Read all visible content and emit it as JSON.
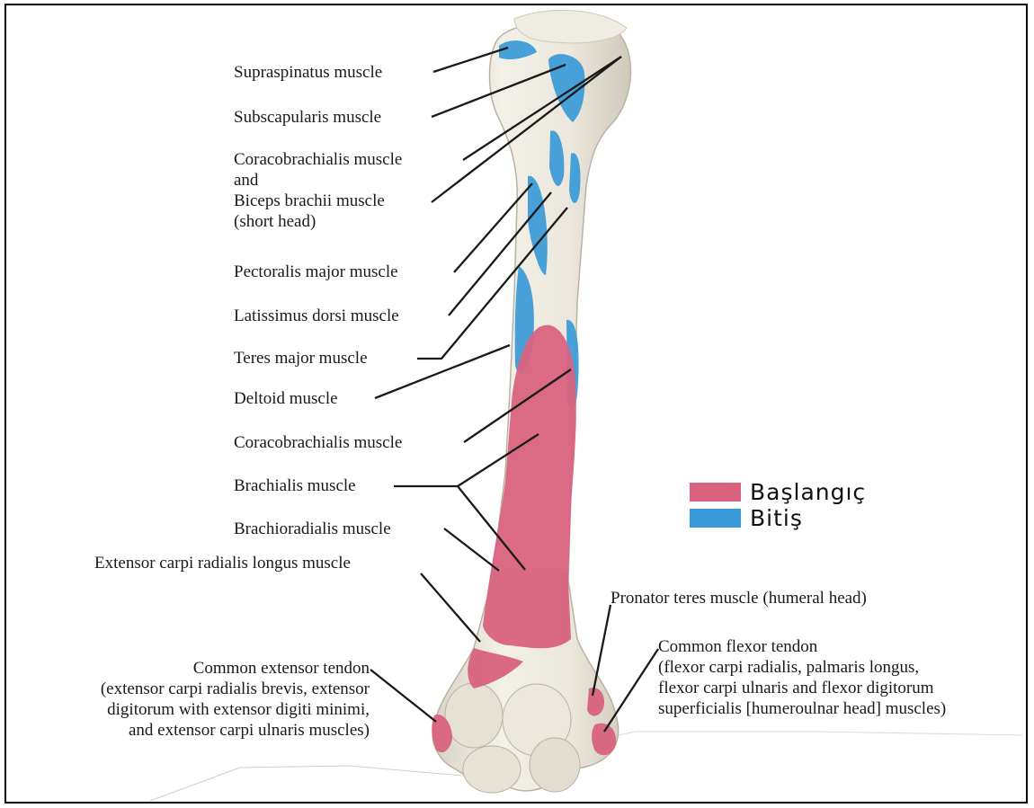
{
  "labels": {
    "supraspinatus": "Supraspinatus muscle",
    "subscapularis": "Subscapularis muscle",
    "coracobrachialis_biceps": [
      "Coracobrachialis muscle",
      "and",
      "Biceps brachii muscle",
      "(short head)"
    ],
    "pectoralis": "Pectoralis major muscle",
    "latissimus": "Latissimus dorsi muscle",
    "teres": "Teres major muscle",
    "deltoid": "Deltoid muscle",
    "coracobrachialis": "Coracobrachialis muscle",
    "brachialis": "Brachialis muscle",
    "brachioradialis": "Brachioradialis muscle",
    "extensor_longus": "Extensor carpi radialis longus muscle",
    "pronator": "Pronator teres muscle (humeral head)",
    "common_flexor": [
      "Common flexor tendon",
      "(flexor carpi radialis, palmaris longus,",
      "flexor carpi ulnaris and flexor digitorum",
      "superficialis [humeroulnar head] muscles)"
    ],
    "common_extensor": [
      "Common extensor tendon",
      "(extensor carpi radialis brevis, extensor",
      "digitorum with extensor digiti minimi,",
      "and extensor carpi ulnaris muscles)"
    ]
  },
  "legend": [
    {
      "label": "Başlangıç",
      "color": "#d9637f"
    },
    {
      "label": "Bitiş",
      "color": "#3a9ad8"
    }
  ],
  "colors": {
    "bone": "#eeeadf",
    "origin": "#d9637f",
    "insertion": "#3a9ad8",
    "leader": "#1a1a1a"
  }
}
